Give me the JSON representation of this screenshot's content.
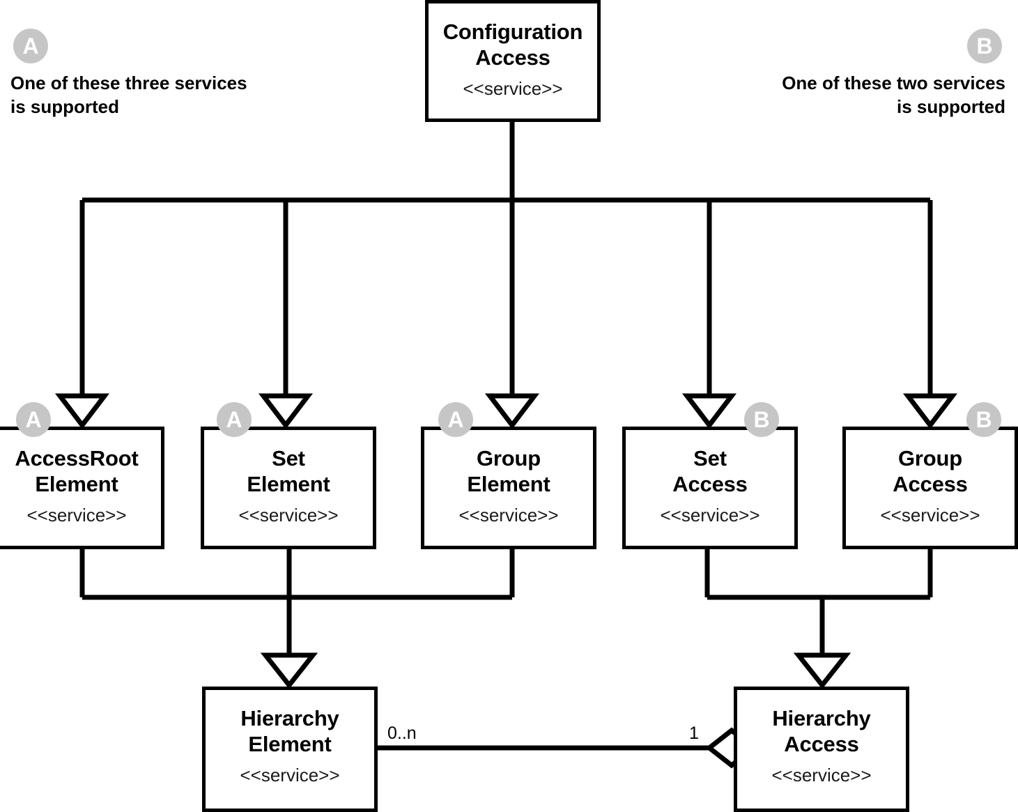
{
  "diagram": {
    "type": "uml-class-diagram",
    "background": "#ffffff",
    "badge_color": "#c6c6c6",
    "line_color": "#000000",
    "stereotype": "<<service>>",
    "notes": [
      {
        "id": "note-a",
        "badge": "A",
        "text": "One of these three services\nis supported",
        "align": "left"
      },
      {
        "id": "note-b",
        "badge": "B",
        "text": "One of these two services\nis supported",
        "align": "right"
      }
    ],
    "nodes": [
      {
        "id": "configuration-access",
        "title": "Configuration\nAccess",
        "stereotype": "<<service>>",
        "badge": null
      },
      {
        "id": "accessroot-element",
        "title": "AccessRoot\nElement",
        "stereotype": "<<service>>",
        "badge": "A"
      },
      {
        "id": "set-element",
        "title": "Set\nElement",
        "stereotype": "<<service>>",
        "badge": "A"
      },
      {
        "id": "group-element",
        "title": "Group\nElement",
        "stereotype": "<<service>>",
        "badge": "A"
      },
      {
        "id": "set-access",
        "title": "Set\nAccess",
        "stereotype": "<<service>>",
        "badge": "B"
      },
      {
        "id": "group-access",
        "title": "Group\nAccess",
        "stereotype": "<<service>>",
        "badge": "B"
      },
      {
        "id": "hierarchy-element",
        "title": "Hierarchy\nElement",
        "stereotype": "<<service>>",
        "badge": null
      },
      {
        "id": "hierarchy-access",
        "title": "Hierarchy\nAccess",
        "stereotype": "<<service>>",
        "badge": null
      }
    ],
    "associations": [
      {
        "id": "hierarchy-assoc",
        "from": "hierarchy-element",
        "to": "hierarchy-access",
        "from_multiplicity": "0..n",
        "to_multiplicity": "1",
        "to_marker": "aggregation-diamond"
      }
    ],
    "generalizations": [
      {
        "from": "accessroot-element",
        "to": "configuration-access"
      },
      {
        "from": "set-element",
        "to": "configuration-access"
      },
      {
        "from": "group-element",
        "to": "configuration-access"
      },
      {
        "from": "set-access",
        "to": "configuration-access"
      },
      {
        "from": "group-access",
        "to": "configuration-access"
      },
      {
        "from": "hierarchy-element",
        "to": "accessroot-element"
      },
      {
        "from": "hierarchy-element",
        "to": "set-element"
      },
      {
        "from": "hierarchy-element",
        "to": "group-element"
      },
      {
        "from": "hierarchy-access",
        "to": "set-access"
      },
      {
        "from": "hierarchy-access",
        "to": "group-access"
      }
    ]
  }
}
